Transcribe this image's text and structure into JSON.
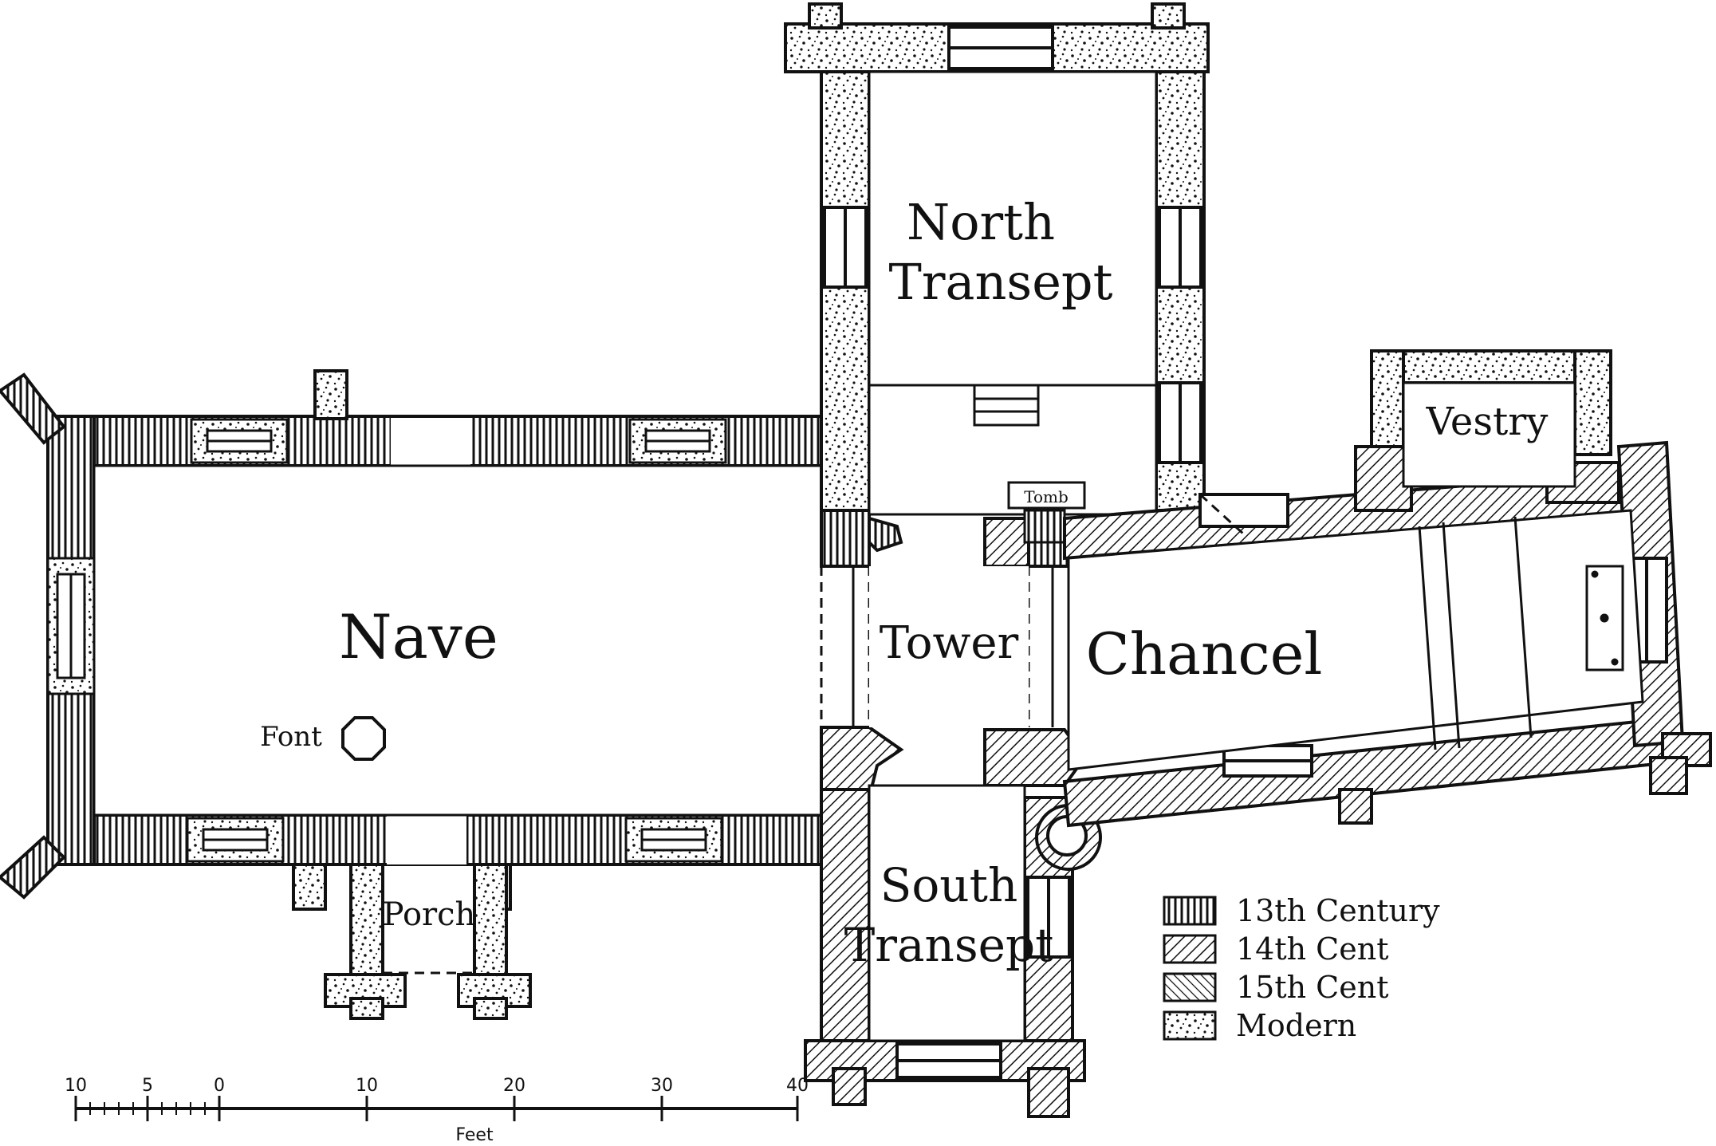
{
  "rooms": {
    "north_transept": "North Transept",
    "nave": "Nave",
    "tower": "Tower",
    "chancel": "Chancel",
    "vestry": "Vestry",
    "south_transept": "South Transept",
    "porch": "Porch"
  },
  "features": {
    "font": "Font",
    "tomb": "Tomb"
  },
  "legend": {
    "items": [
      {
        "label": "13th Century",
        "pattern": "vertical-hatch"
      },
      {
        "label": "14th Cent",
        "pattern": "diagonal-hatch"
      },
      {
        "label": "15th Cent",
        "pattern": "cross-hatch"
      },
      {
        "label": "Modern",
        "pattern": "stipple"
      }
    ]
  },
  "scale": {
    "ticks": [
      "10",
      "5",
      "0",
      "10",
      "20",
      "30",
      "40"
    ],
    "unit": "Feet"
  },
  "colors": {
    "ink": "#111111",
    "paper": "#ffffff"
  }
}
